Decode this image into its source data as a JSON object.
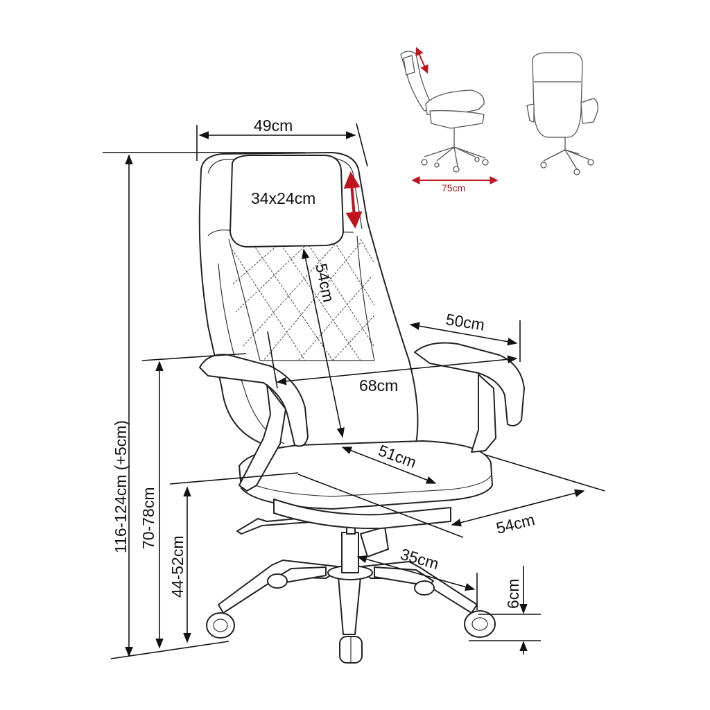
{
  "dimensions": {
    "headrest_width": "49cm",
    "headrest_size": "34x24cm",
    "backrest_height": "54cm",
    "armrest_depth": "50cm",
    "arm_span": "68cm",
    "seat_depth": "51cm",
    "seat_width": "54cm",
    "base_radius": "35cm",
    "caster_height": "6cm",
    "total_height": "116-124cm (+5cm)",
    "armrest_height": "70-78cm",
    "seat_height": "44-52cm",
    "recline_length": "75cm"
  },
  "colors": {
    "line": "#111111",
    "accent": "#b0141e"
  },
  "icons": {
    "headrest_adjust": "double-arrow-icon",
    "recline_adjust": "double-arrow-icon"
  }
}
